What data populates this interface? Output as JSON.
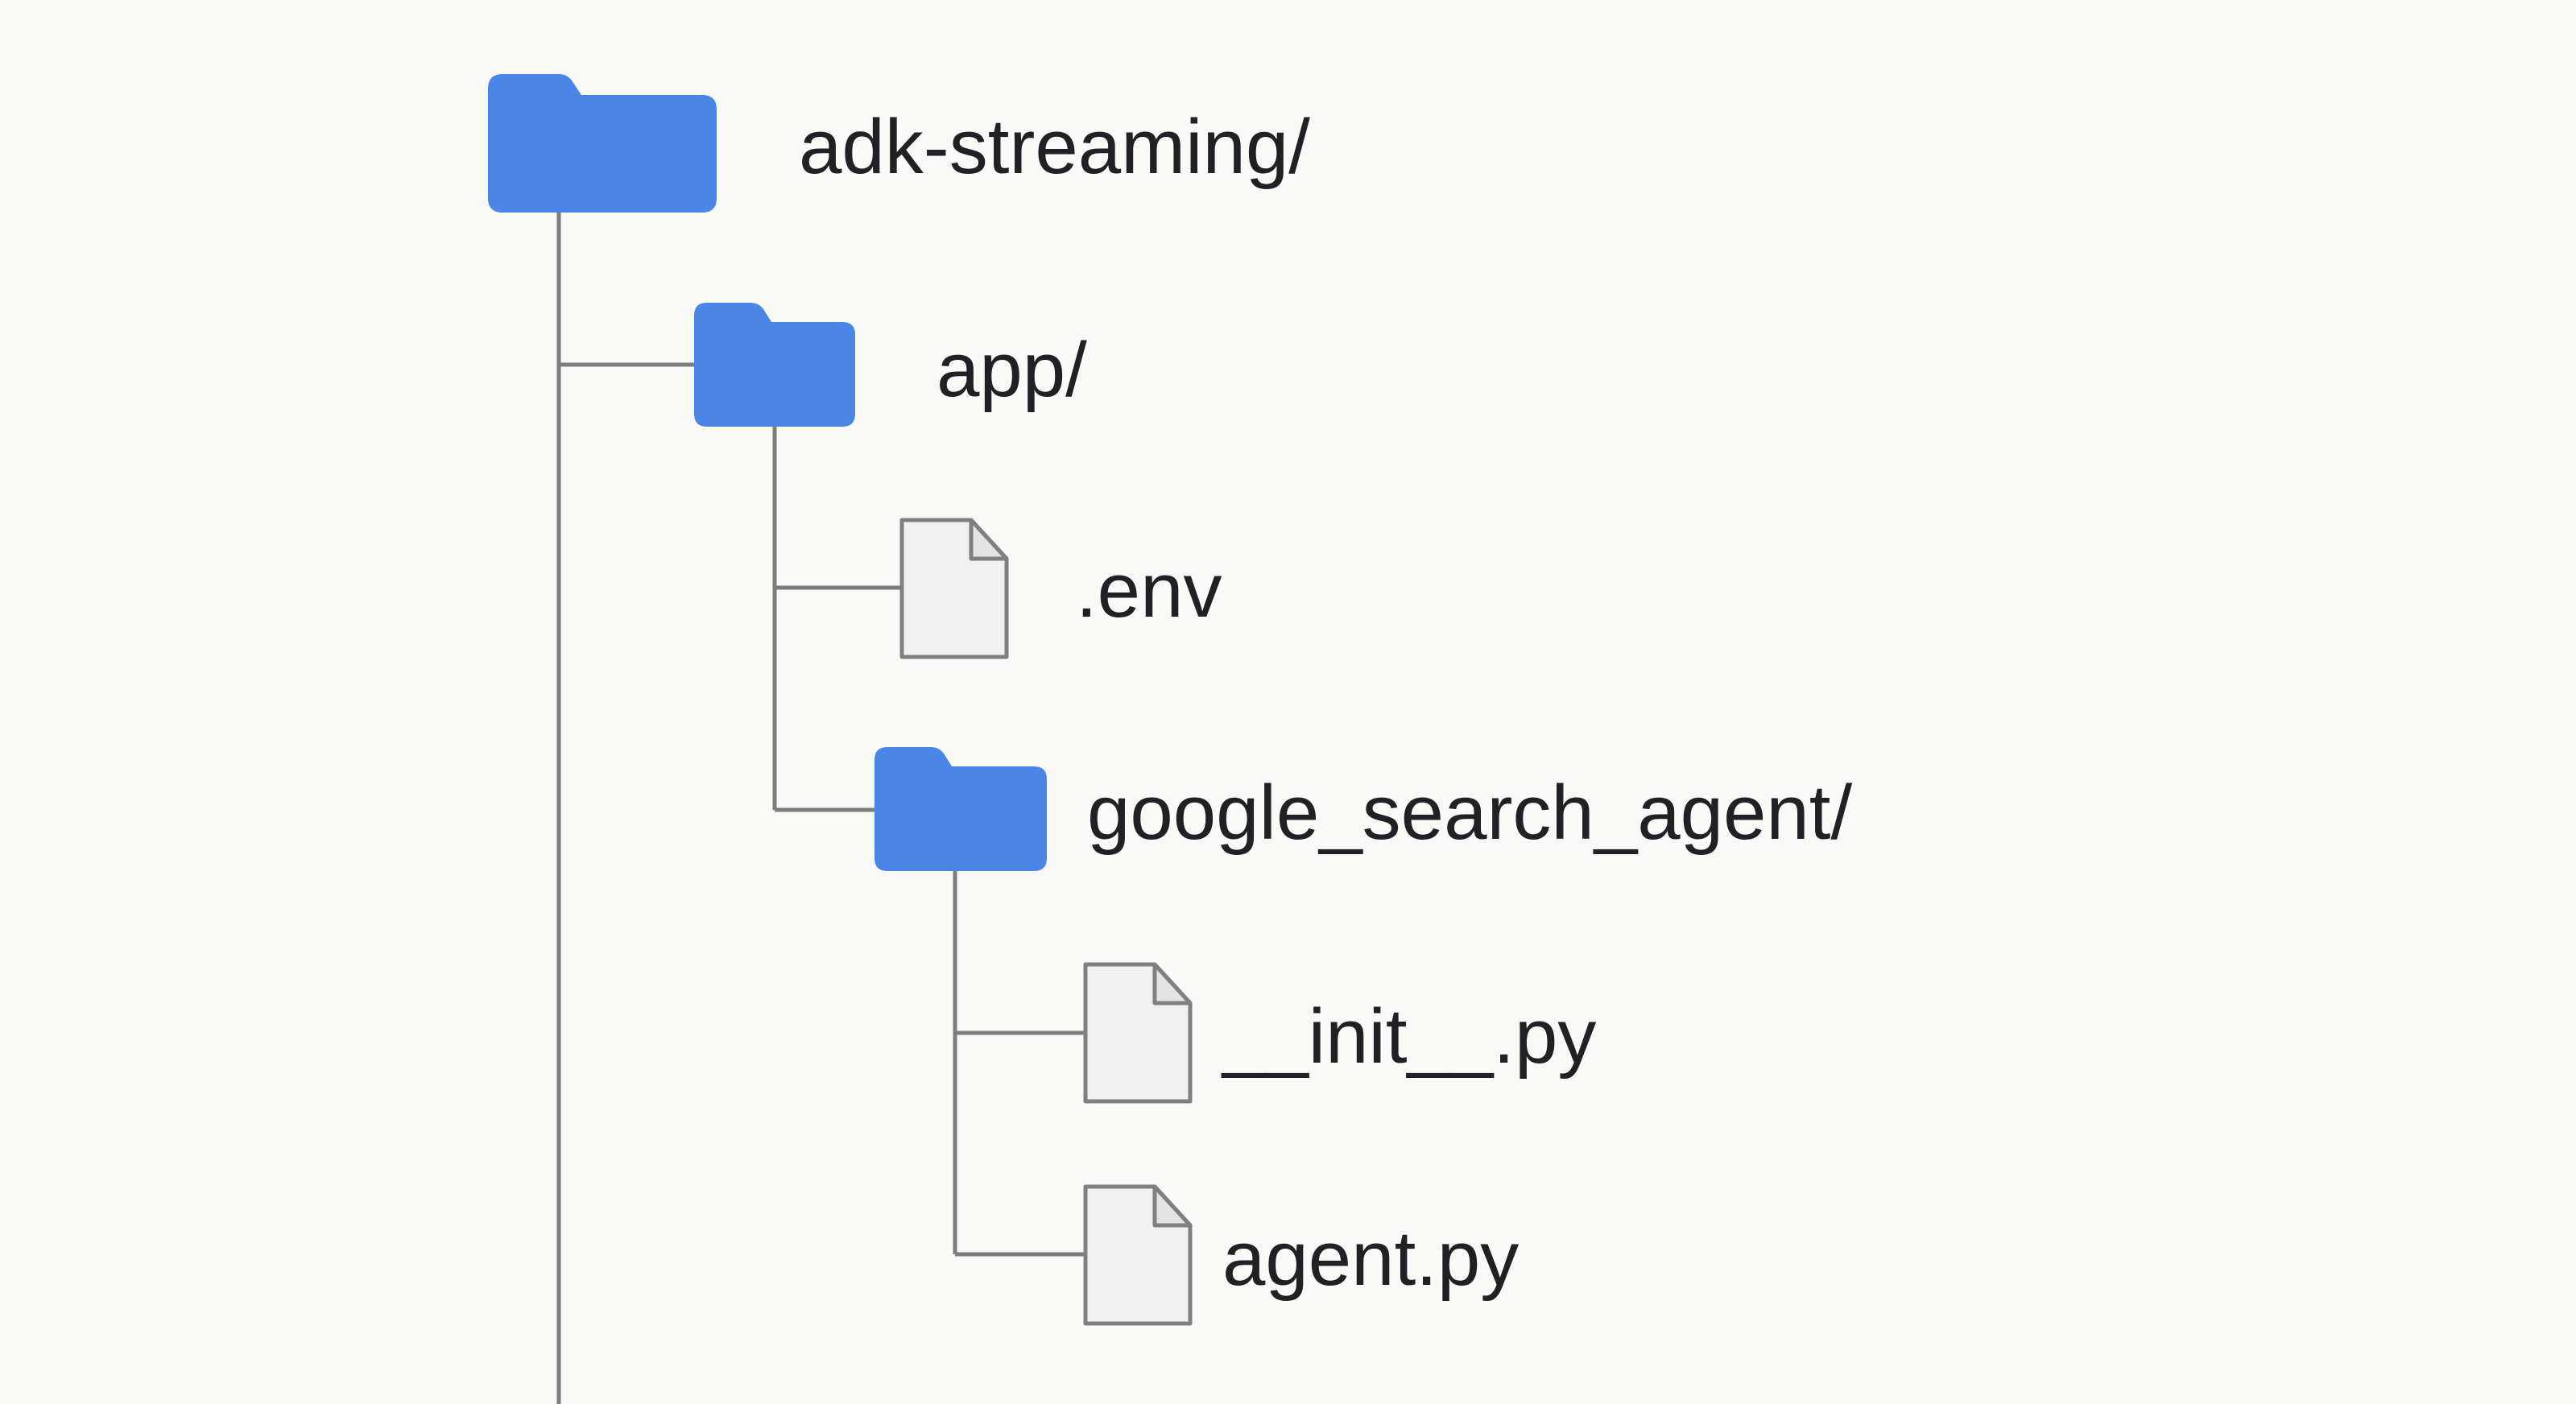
{
  "tree": {
    "root": {
      "label": "adk-streaming/",
      "icon": "folder-icon",
      "children": [
        {
          "label": "app/",
          "icon": "folder-icon",
          "children": [
            {
              "label": ".env",
              "icon": "file-icon"
            },
            {
              "label": "google_search_agent/",
              "icon": "folder-icon",
              "children": [
                {
                  "label": "__init__.py",
                  "icon": "file-icon"
                },
                {
                  "label": "agent.py",
                  "icon": "file-icon"
                }
              ]
            }
          ]
        }
      ]
    }
  },
  "colors": {
    "folder": "#4a86e8",
    "file_fill": "#f1f1f1",
    "file_stroke": "#808080",
    "connector": "#7d7d7d",
    "text": "#202124",
    "background": "#f9f9f7"
  }
}
